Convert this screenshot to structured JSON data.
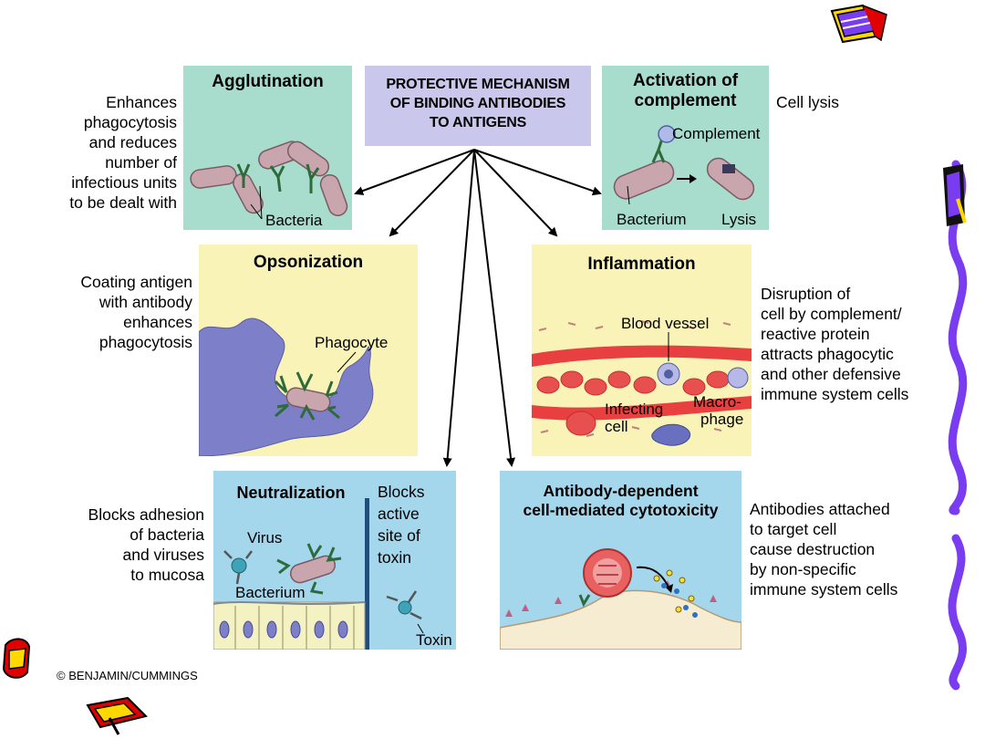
{
  "center_title": [
    "PROTECTIVE MECHANISM",
    "OF BINDING ANTIBODIES",
    "TO ANTIGENS"
  ],
  "agglutination": {
    "title": "Agglutination",
    "description": [
      "Enhances",
      "phagocytosis",
      "and reduces",
      "number of",
      "infectious units",
      "to be dealt with"
    ],
    "label_bacteria": "Bacteria"
  },
  "complement": {
    "title": [
      "Activation of",
      "complement"
    ],
    "description": "Cell lysis",
    "label_complement": "Complement",
    "label_bacterium": "Bacterium",
    "label_lysis": "Lysis"
  },
  "opsonization": {
    "title": "Opsonization",
    "description": [
      "Coating antigen",
      "with antibody",
      "enhances",
      "phagocytosis"
    ],
    "label_phagocyte": "Phagocyte"
  },
  "inflammation": {
    "title": "Inflammation",
    "description": [
      "Disruption of",
      "cell by complement/",
      "reactive protein",
      "attracts phagocytic",
      "and other defensive",
      "immune system cells"
    ],
    "label_blood_vessel": "Blood vessel",
    "label_infecting_cell": [
      "Infecting",
      "cell"
    ],
    "label_macrophage": [
      "Macro-",
      "phage"
    ]
  },
  "neutralization": {
    "title": "Neutralization",
    "description": [
      "Blocks adhesion",
      "of bacteria",
      "and viruses",
      "to mucosa"
    ],
    "label_virus": "Virus",
    "label_bacterium": "Bacterium",
    "blocks_text": [
      "Blocks",
      "active",
      "site of",
      "toxin"
    ],
    "label_toxin": "Toxin"
  },
  "adcc": {
    "title": [
      "Antibody-dependent",
      "cell-mediated cytotoxicity"
    ],
    "description": [
      "Antibodies attached",
      "to target cell",
      "cause destruction",
      "by non-specific",
      "immune system cells"
    ]
  },
  "credit": "© BENJAMIN/CUMMINGS",
  "icons": [
    "pencil-notepad-icon",
    "pencil-notepad-icon",
    "pencil-notepad-icon"
  ],
  "colors": {
    "teal_panel": "#a8dccc",
    "yellow_panel": "#f9f3b8",
    "blue_panel": "#a4d6ec",
    "lavender_box": "#c9c7ec",
    "wavy_border": "#7a3cf0"
  }
}
